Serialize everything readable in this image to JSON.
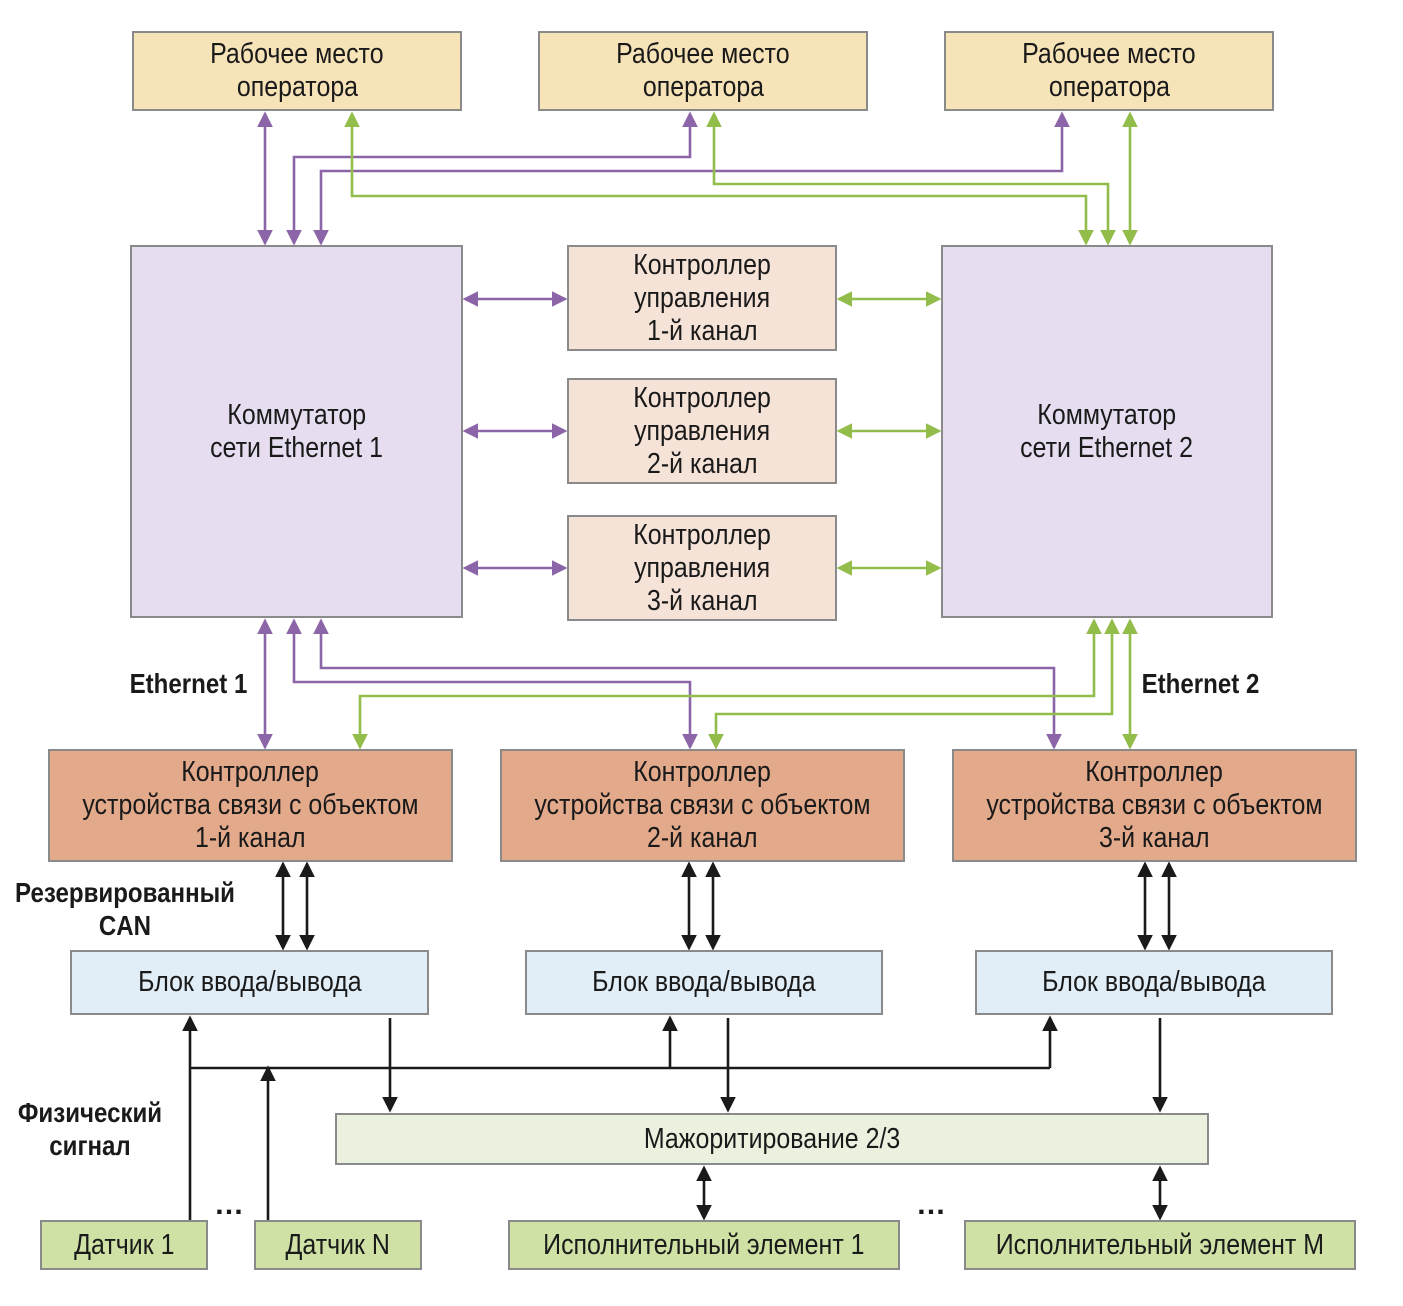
{
  "operators": [
    {
      "line1": "Рабочее место",
      "line2": "оператора"
    },
    {
      "line1": "Рабочее место",
      "line2": "оператора"
    },
    {
      "line1": "Рабочее место",
      "line2": "оператора"
    }
  ],
  "switches": [
    {
      "line1": "Коммутатор",
      "line2": "сети Ethernet 1"
    },
    {
      "line1": "Коммутатор",
      "line2": "сети Ethernet 2"
    }
  ],
  "control_controllers": [
    {
      "line1": "Контроллер",
      "line2": "управления",
      "line3": "1-й канал"
    },
    {
      "line1": "Контроллер",
      "line2": "управления",
      "line3": "2-й канал"
    },
    {
      "line1": "Контроллер",
      "line2": "управления",
      "line3": "3-й канал"
    }
  ],
  "object_controllers": [
    {
      "line1": "Контроллер",
      "line2": "устройства связи с объектом",
      "line3": "1-й канал"
    },
    {
      "line1": "Контроллер",
      "line2": "устройства связи с объектом",
      "line3": "2-й канал"
    },
    {
      "line1": "Контроллер",
      "line2": "устройства связи с объектом",
      "line3": "3-й канал"
    }
  ],
  "io_blocks": [
    "Блок ввода/вывода",
    "Блок ввода/вывода",
    "Блок ввода/вывода"
  ],
  "majority": "Мажоритирование 2/3",
  "sensors": [
    "Датчик 1",
    "Датчик N"
  ],
  "actuators": [
    "Исполнительный элемент 1",
    "Исполнительный элемент M"
  ],
  "labels": {
    "ethernet1": "Ethernet 1",
    "ethernet2": "Ethernet 2",
    "can_line1": "Резервированный",
    "can_line2": "CAN",
    "phys_line1": "Физический",
    "phys_line2": "сигнал",
    "ellipsis": "…"
  },
  "colors": {
    "ethernet1": "#8b65a8",
    "ethernet2": "#93bd4a",
    "signal": "#1a1a1a",
    "operator_fill": "#f7e3b8",
    "switch_fill": "#e6def0",
    "control_fill": "#f6e3d8",
    "object_controller_fill": "#e3a98b",
    "io_fill": "#e1eef8",
    "majority_fill": "#eaf1df",
    "field_fill": "#cfe1a5"
  }
}
